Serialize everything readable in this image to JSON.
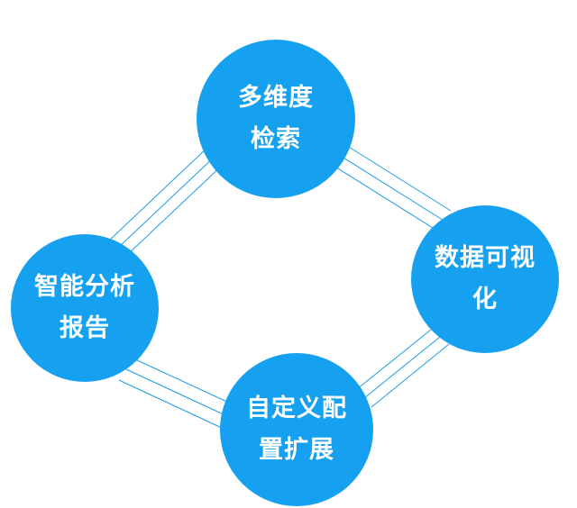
{
  "nodes": {
    "top": {
      "line1": "多维度",
      "line2": "检索"
    },
    "right": {
      "line1": "数据可视",
      "line2": "化"
    },
    "left": {
      "line1": "智能分析",
      "line2": "报告"
    },
    "bottom": {
      "line1": "自定义配",
      "line2": "置扩展"
    }
  },
  "colors": {
    "node_fill": "#16a0f0",
    "connector": "#1e9be8",
    "text": "#ffffff",
    "background": "#ffffff"
  }
}
